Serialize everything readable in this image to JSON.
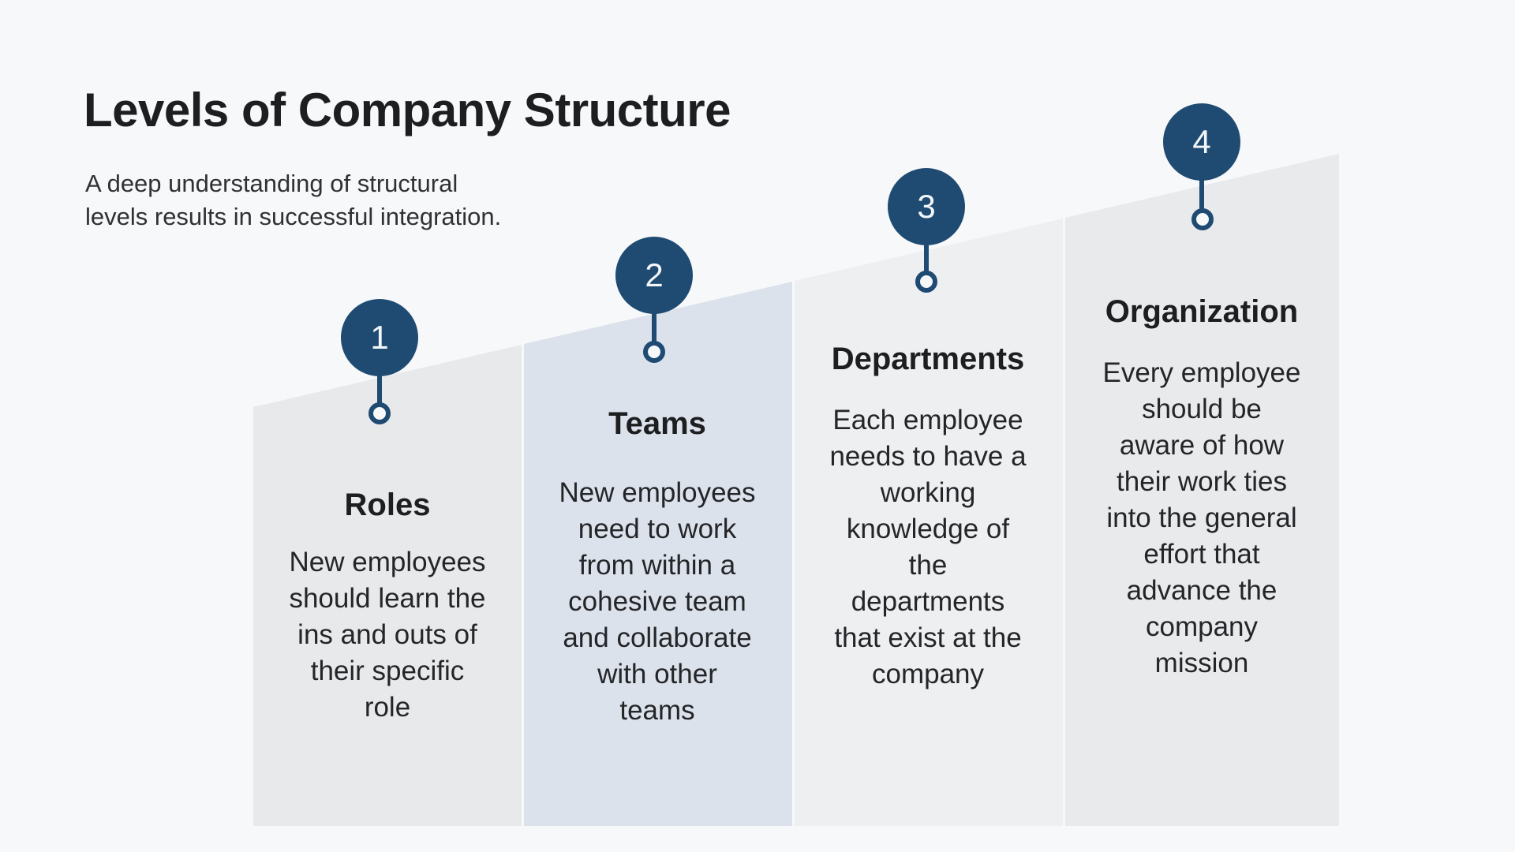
{
  "page": {
    "title": "Levels of Company Structure",
    "subtitle": "A deep understanding of structural\nlevels results in successful integration."
  },
  "colors": {
    "accent_navy": "#1f4b73",
    "background": "#f7f8fa",
    "title_text": "#1d1e20",
    "body_text": "#242528",
    "column_fills": [
      "#e8e9eb",
      "#dce2ec",
      "#edeff1",
      "#e8eaec"
    ]
  },
  "steps": [
    {
      "number": "1",
      "title": "Roles",
      "description": "New employees\nshould learn the\nins and outs of\ntheir specific\nrole"
    },
    {
      "number": "2",
      "title": "Teams",
      "description": "New employees\nneed to work\nfrom within a\ncohesive team\nand collaborate\nwith other\nteams"
    },
    {
      "number": "3",
      "title": "Departments",
      "description": "Each employee\nneeds to have a\nworking\nknowledge of\nthe\ndepartments\nthat exist at the\ncompany"
    },
    {
      "number": "4",
      "title": "Organization",
      "description": "Every employee\nshould be\naware of how\ntheir work ties\ninto the general\neffort that\nadvance the\ncompany\nmission"
    }
  ]
}
